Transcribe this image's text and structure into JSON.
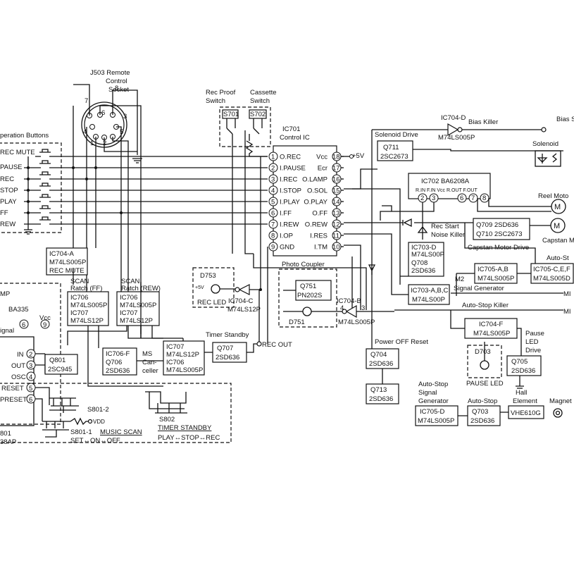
{
  "j503": {
    "title": "J503 Remote",
    "title2": "Control",
    "title3": "Socket",
    "pins": [
      "7",
      "8",
      "6",
      "4",
      "3",
      "5",
      "2",
      "1"
    ]
  },
  "rec_proof": {
    "l1": "Rec Proof",
    "l2": "Switch",
    "ref": "S701"
  },
  "cassette": {
    "l1": "Cassette",
    "l2": "Switch",
    "ref": "S702"
  },
  "ic701": {
    "title": "IC701",
    "subtitle": "Control IC",
    "left": [
      [
        "1",
        "O.REC"
      ],
      [
        "2",
        "I.PAUSE"
      ],
      [
        "3",
        "I.REC"
      ],
      [
        "4",
        "I.STOP"
      ],
      [
        "5",
        "I.PLAY"
      ],
      [
        "6",
        "I.FF"
      ],
      [
        "7",
        "I.REW"
      ],
      [
        "8",
        "I.OP"
      ],
      [
        "9",
        "GND"
      ]
    ],
    "right": [
      [
        "18",
        "Vcc"
      ],
      [
        "17",
        "Ecr"
      ],
      [
        "16",
        "O.LAMP"
      ],
      [
        "15",
        "O.SOL"
      ],
      [
        "14",
        "O.PLAY"
      ],
      [
        "13",
        "O.FF"
      ],
      [
        "12",
        "O.REW"
      ],
      [
        "11",
        "I.RES"
      ],
      [
        "10",
        "I.TM"
      ]
    ],
    "vcc": "+5V"
  },
  "op_buttons": {
    "title": "peration Buttons",
    "items": [
      "REC MUTE",
      "PAUSE",
      "REC",
      "STOP",
      "PLAY",
      "FF",
      "REW"
    ]
  },
  "ic704d": {
    "l1": "IC704-D",
    "l2": "M74LS005P",
    "name": "Bias Killer",
    "out": "Bias S"
  },
  "solenoid": {
    "title": "Solenoid Drive",
    "q1": "Q711",
    "q2": "2SC2673",
    "name": "Solenoid"
  },
  "ic702": {
    "title": "IC702  BA6208A",
    "pins": "R.IN  F.IN         Vcc  R.OUT F.OUT",
    "p2": "2",
    "p3": "3",
    "p6": "6",
    "p7": "7",
    "p8": "8"
  },
  "reel": "Reel Moto",
  "capstan": "Capstan M",
  "q709": {
    "l1": "Q709  2SD636",
    "l2": "Q710  2SC2673"
  },
  "rec_start": {
    "l1": "Rec Start",
    "l2": "Noise Killer"
  },
  "ic703d": {
    "l1": "IC703-D",
    "l2": "M74LS00P",
    "l3": "Q708",
    "l4": "2SD636"
  },
  "capstan_drive": "Capstan Motor Drive",
  "ic705ab": {
    "l1": "IC705-A,B",
    "l2": "M74LS005P"
  },
  "auto_st": {
    "l0": "Auto-St",
    "l1": "IC705-C,E,F",
    "l2": "M74LS005D"
  },
  "m2": {
    "l1": "M2",
    "l2": "Signal Generator"
  },
  "ic703abc": {
    "l1": "IC703-A,B,C",
    "l2": "M74LS00P"
  },
  "auto_stop_killer": "Auto-Stop Killer",
  "ic704f": {
    "l1": "IC704-F",
    "l2": "M74LS005P"
  },
  "pause_led": {
    "l1": "Pause",
    "l2": "LED",
    "l3": "Drive"
  },
  "d703": {
    "ref": "D703",
    "name": "PAUSE LED"
  },
  "q705": {
    "l1": "Q705",
    "l2": "2SD636"
  },
  "hall": {
    "l1": "Hall",
    "l2": "Element",
    "part": "VHE610G"
  },
  "magnet": "Magnet",
  "auto_stop_sig": {
    "l1": "Auto-Stop",
    "l2": "Signal",
    "l3": "Generator",
    "b1": "IC705-D",
    "b2": "M74LS005P"
  },
  "auto_stop": {
    "title": "Auto-Stop",
    "b1": "Q703",
    "b2": "2SD636"
  },
  "power_off": {
    "title": "Power OFF Reset",
    "q704a": "Q704",
    "q704b": "2SD636",
    "q713a": "Q713",
    "q713b": "2SD636"
  },
  "photo": {
    "title": "Photo Coupler",
    "q751a": "Q751",
    "q751b": "PN202S",
    "d751": "D751"
  },
  "ic704b": {
    "l1": "IC704-B",
    "l2": "M74LS005P",
    "p4": "4",
    "p3": "3"
  },
  "d753": {
    "ref": "D753",
    "name": "REC LED",
    "v": "+5V"
  },
  "ic704c": {
    "l1": "IC704-C",
    "l2": "M74LS12P"
  },
  "timer_standby": {
    "title": "Timer Standby",
    "q1": "Q707",
    "q2": "2SD636",
    "rec_out": "REC OUT"
  },
  "ic704a": {
    "l1": "IC704-A",
    "l2": "M74LS005P",
    "l3": "REC MUTE"
  },
  "scan_ff": {
    "l1": "SCAN",
    "l2": "Ratch (FF)",
    "b1": "IC706",
    "b2": "M74LS005P",
    "b3": "IC707",
    "b4": "M74LS12P"
  },
  "scan_rew": {
    "l1": "SCAN",
    "l2": "Ratch (REW)",
    "b1": "IC706",
    "b2": "M74LS005P",
    "b3": "IC707",
    "b4": "M74LS12P"
  },
  "ic707b": {
    "b1": "IC707",
    "b2": "M74LS12P",
    "b3": "IC706",
    "b4": "M74LS005P"
  },
  "ic706f": {
    "b1": "IC706-F",
    "b2": "Q706",
    "b3": "2SD636"
  },
  "ms": {
    "l1": "MS",
    "l2": "Can-",
    "l3": "celler"
  },
  "amp": {
    "l0": "MP",
    "ic": "BA335",
    "sig": "ignal",
    "vcc": "Vcc",
    "pins": [
      "IN",
      "OUT",
      "OSC",
      "RESET",
      "PRESET"
    ],
    "nums": [
      "2",
      "3",
      "4",
      "5",
      "6"
    ],
    "p6": "6",
    "p9": "9",
    "bot1": "801",
    "bot2": "38AP"
  },
  "q801": {
    "b1": "Q801",
    "b2": "2SC945"
  },
  "s801_2": "S801-2",
  "s801_1": {
    "l1": "S801-1",
    "l2": "MUSIC SCAN",
    "l3": "SET↔ON↔OFF",
    "vdd": "VDD"
  },
  "s802": {
    "l1": "S802",
    "l2": "TIMER STANDBY",
    "l3": "PLAY↔STOP↔REC"
  },
  "right_edge": {
    "mi1": "MI",
    "mi2": "MI"
  }
}
